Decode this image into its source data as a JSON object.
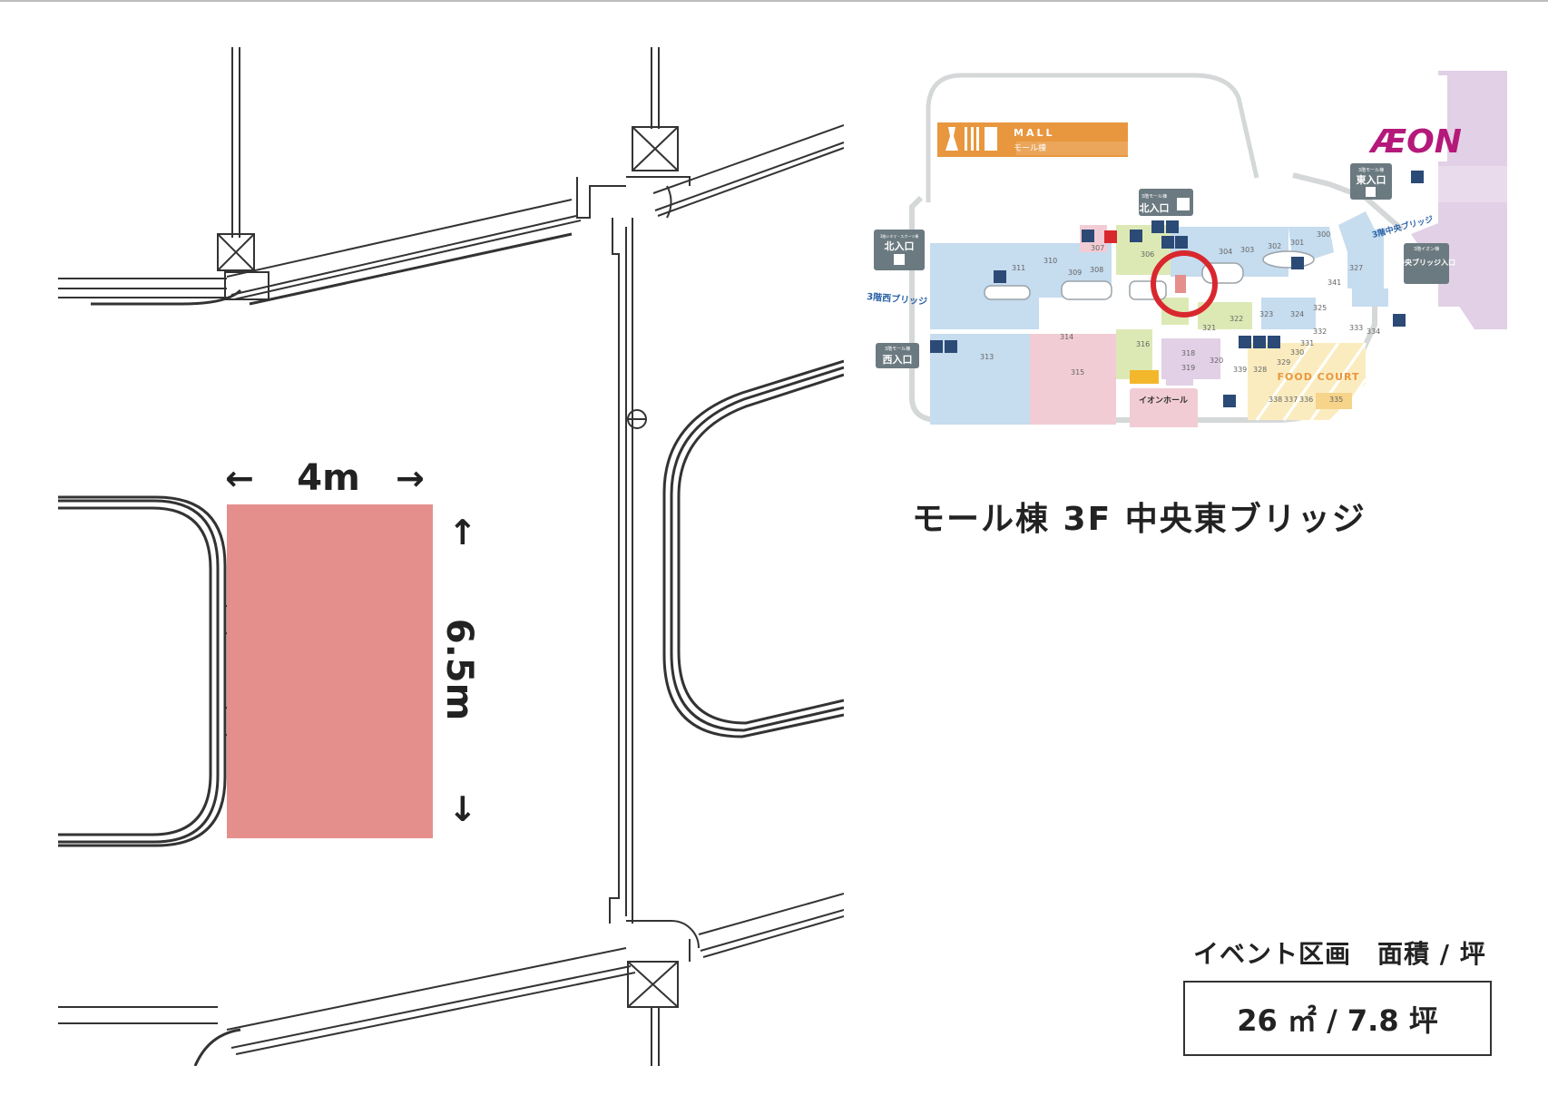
{
  "floor_plan": {
    "width_label": "4m",
    "height_label": "6.5m",
    "arrow_left": "←",
    "arrow_right": "→",
    "arrow_up": "↑",
    "arrow_down": "↓",
    "booth_color": "#e58f8d"
  },
  "mall_map": {
    "brand": "ÆON",
    "mall_label": "MALL",
    "mall_sub": "モール棟",
    "entrances": {
      "north_mall_small": "3階モール棟",
      "north_mall": "北入口",
      "north_cinema_small": "3階シネマ・スポーツ棟",
      "north_cinema": "北入口",
      "east_small": "3階モール棟",
      "east": "東入口",
      "central_small": "3階イオン棟",
      "central": "中央ブリッジ入口",
      "west_small": "3階モール棟",
      "west": "西入口"
    },
    "bridges": {
      "west": "3階西ブリッジ",
      "central": "3階中央ブリッジ"
    },
    "hall": "イオンホール",
    "food_court": "FOOD COURT",
    "store_numbers": [
      "300",
      "301",
      "302",
      "303",
      "304",
      "306",
      "307",
      "308",
      "309",
      "310",
      "311",
      "313",
      "314",
      "315",
      "316",
      "318",
      "319",
      "320",
      "321",
      "322",
      "323",
      "324",
      "325",
      "327",
      "328",
      "329",
      "330",
      "331",
      "332",
      "333",
      "334",
      "335",
      "336",
      "337",
      "338",
      "339",
      "341"
    ],
    "colors": {
      "blue": "#c6dcef",
      "green": "#dde9b5",
      "pink": "#f2ccd4",
      "purple": "#e2d0e6",
      "orange": "#e8973f",
      "icon": "#2b4a76",
      "highlight": "#d9272e"
    }
  },
  "location_title": "モール棟 3F 中央東ブリッジ",
  "area": {
    "label": "イベント区画　面積 / 坪",
    "value": "26 ㎡ / 7.8 坪"
  }
}
